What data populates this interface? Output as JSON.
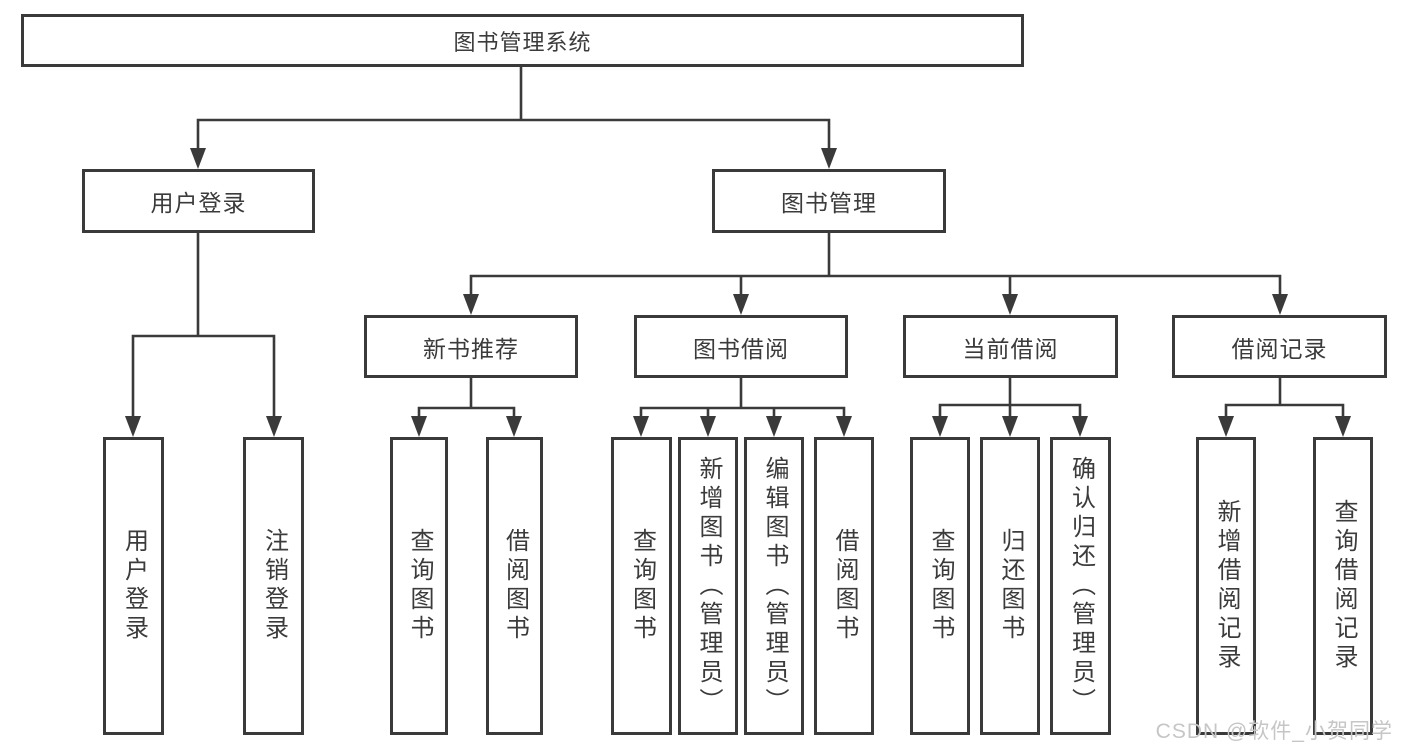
{
  "diagram": {
    "root": "图书管理系统",
    "level2": {
      "user_login": "用户登录",
      "book_mgmt": "图书管理"
    },
    "level3": {
      "new_book_rec": "新书推荐",
      "book_borrow": "图书借阅",
      "current_borrow": "当前借阅",
      "borrow_record": "借阅记录"
    },
    "leaves": {
      "user_login": "用户登录",
      "logout": "注销登录",
      "rec_search_book": "查询图书",
      "rec_borrow_book": "借阅图书",
      "bb_search_book": "查询图书",
      "bb_add_book": "新增图书（管理员）",
      "bb_edit_book": "编辑图书（管理员）",
      "bb_borrow_book": "借阅图书",
      "cb_search_book": "查询图书",
      "cb_return_book": "归还图书",
      "cb_confirm_return": "确认归还（管理员）",
      "br_add_record": "新增借阅记录",
      "br_search_record": "查询借阅记录"
    }
  },
  "watermark": "CSDN @软件_小贺同学",
  "colors": {
    "line": "#3a3a3a",
    "text": "#3b3b3b",
    "watermark": "#c6c6c6"
  }
}
